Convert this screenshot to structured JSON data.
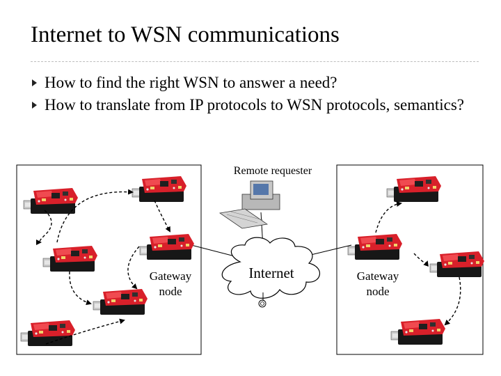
{
  "slide": {
    "title": "Internet to WSN communications",
    "bullets": [
      "How to find the right WSN to answer a need?",
      "How to translate from IP protocols to WSN protocols, semantics?"
    ]
  },
  "diagram": {
    "remote_label": "Remote requester",
    "internet_label": "Internet",
    "gateway_left_label": "Gateway\nnode",
    "gateway_right_label": "Gateway\nnode",
    "colors": {
      "board_red": "#d8202a",
      "cloud_fill": "#ffffff",
      "stroke": "#000000"
    },
    "icons": [
      "desktop-computer-icon",
      "cloud-icon",
      "usb-sensor-node-icon"
    ]
  }
}
